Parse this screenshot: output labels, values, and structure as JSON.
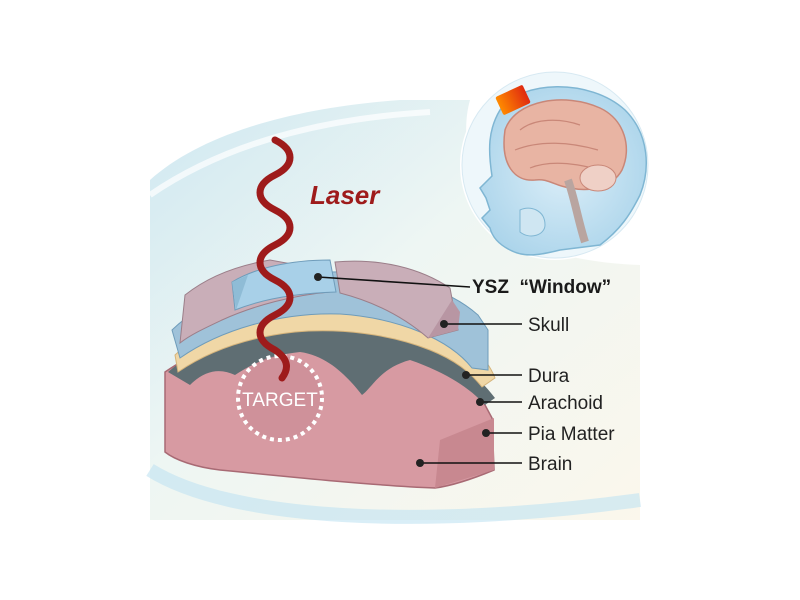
{
  "laser_label": "Laser",
  "window_label": "YSZ  “Window”",
  "target_label": "TARGET",
  "layers": [
    {
      "label": "Skull"
    },
    {
      "label": "Dura"
    },
    {
      "label": "Arachoid"
    },
    {
      "label": "Pia Matter"
    },
    {
      "label": "Brain"
    }
  ],
  "colors": {
    "laser": "#9e1b1b",
    "skull": "#c9aeb8",
    "dura": "#9fc2d9",
    "arachnoid": "#f0d7a6",
    "pia": "#5f6e73",
    "brain": "#d79aa2",
    "implant_window": "#e23d12"
  }
}
